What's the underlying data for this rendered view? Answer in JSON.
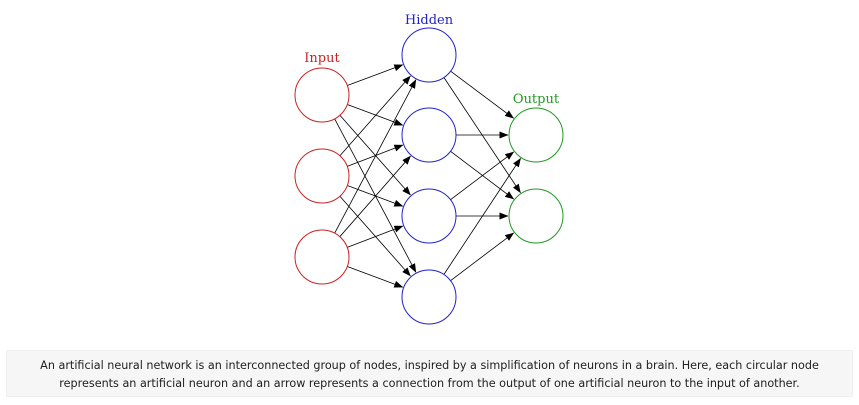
{
  "diagram": {
    "layers": [
      {
        "label": "Input",
        "color": "#cc2222",
        "node_count": 3
      },
      {
        "label": "Hidden",
        "color": "#2222cc",
        "node_count": 4
      },
      {
        "label": "Output",
        "color": "#229922",
        "node_count": 2
      }
    ],
    "connections": "fully connected between consecutive layers",
    "edge_color": "#000000"
  },
  "caption": {
    "text": "An artificial neural network is an interconnected group of nodes, inspired by a simplification of neurons in a brain. Here, each circular node represents an artificial neuron and an arrow represents a connection from the output of one artificial neuron to the input of another."
  }
}
